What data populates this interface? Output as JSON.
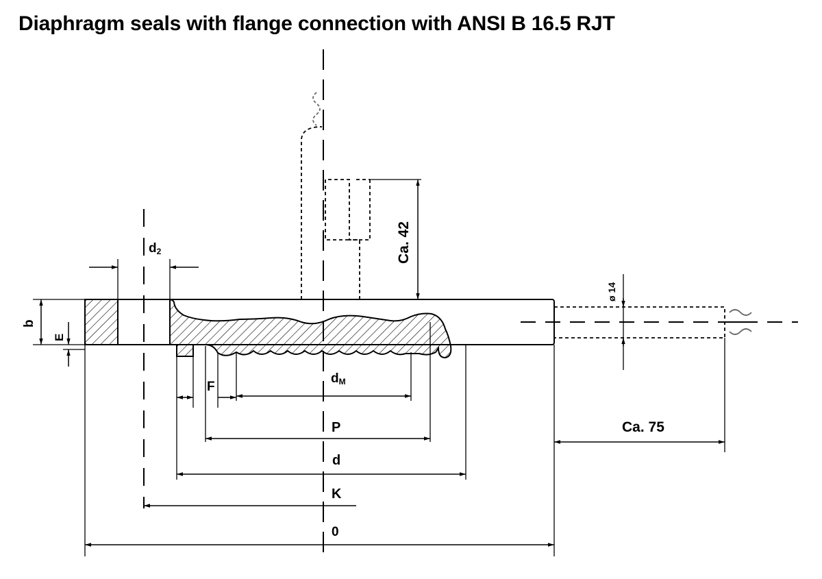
{
  "title": "Diaphragm seals with flange connection with ANSI B 16.5 RJT",
  "dimensions": {
    "d2": "d",
    "d2_sub": "2",
    "b": "b",
    "E": "E",
    "F": "F",
    "dM": "d",
    "dM_sub": "M",
    "P": "P",
    "d": "d",
    "K": "K",
    "O": "0",
    "ca42": "Ca. 42",
    "ca75": "Ca. 75",
    "dia14": "ø 14"
  },
  "colors": {
    "line": "#000000",
    "hidden": "#555555",
    "background": "#ffffff"
  }
}
